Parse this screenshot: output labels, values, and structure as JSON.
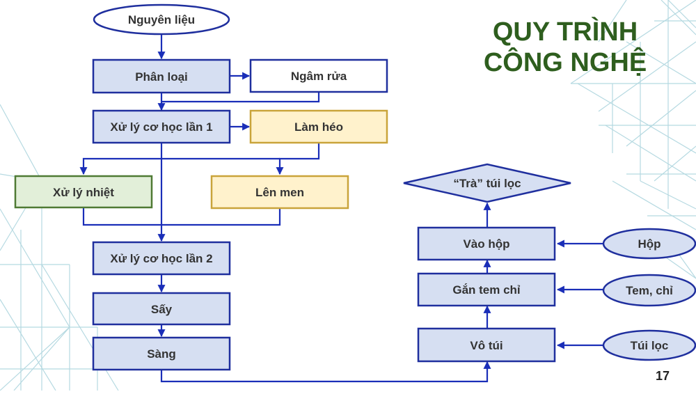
{
  "title": {
    "line1": "QUY TRÌNH",
    "line2": "CÔNG NGHỆ"
  },
  "page_number": "17",
  "nodes": {
    "nguyen_lieu": "Nguyên liệu",
    "phan_loai": "Phân loại",
    "ngam_rua": "Ngâm rửa",
    "xu_ly_co_hoc_1": "Xử lý cơ học lần 1",
    "lam_heo": "Làm héo",
    "xu_ly_nhiet": "Xử lý nhiệt",
    "len_men": "Lên men",
    "xu_ly_co_hoc_2": "Xử lý cơ học lần 2",
    "say": "Sấy",
    "sang": "Sàng",
    "vo_tui": "Vô túi",
    "gan_tem_chi": "Gắn tem chỉ",
    "vao_hop": "Vào hộp",
    "tra_tui_loc": "“Trà” túi lọc",
    "hop": "Hộp",
    "tem_chi": "Tem, chỉ",
    "tui_loc": "Túi lọc"
  },
  "colors": {
    "title": "#2e5e1e",
    "box_blue_fill": "#d6dff2",
    "box_blue_stroke": "#1f2f9e",
    "box_yellow_fill": "#fff2cc",
    "box_yellow_stroke": "#c9a43a",
    "box_green_fill": "#e2efd9",
    "box_green_stroke": "#4f7a34",
    "arrow": "#1a2eb8",
    "pattern": "#a9d3dc"
  }
}
